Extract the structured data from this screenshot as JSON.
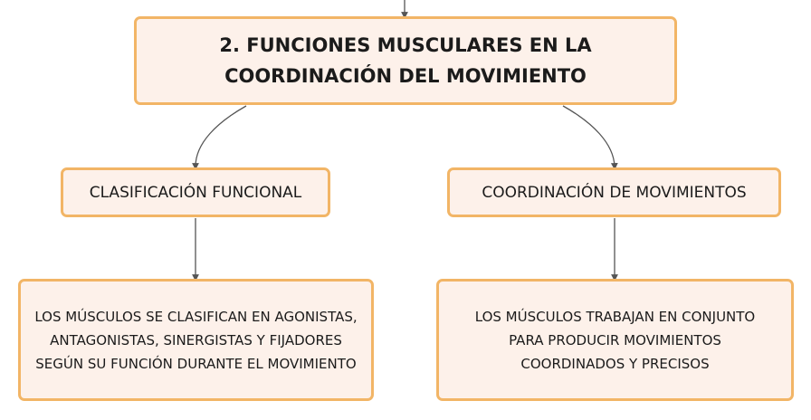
{
  "nodes": {
    "root": "2. FUNCIONES MUSCULARES EN LA COORDINACIÓN DEL MOVIMIENTO",
    "left": "CLASIFICACIÓN FUNCIONAL",
    "right": "COORDINACIÓN DE MOVIMIENTOS",
    "left_desc": "LOS MÚSCULOS SE CLASIFICAN EN AGONISTAS, ANTAGONISTAS, SINERGISTAS Y FIJADORES SEGÚN SU FUNCIÓN DURANTE EL MOVIMIENTO",
    "right_desc": "LOS MÚSCULOS TRABAJAN EN CONJUNTO PARA PRODUCIR MOVIMIENTOS COORDINADOS Y PRECISOS"
  },
  "colors": {
    "node_fill": "#fdf1ea",
    "node_border": "#f2b566",
    "connector": "#555555"
  }
}
